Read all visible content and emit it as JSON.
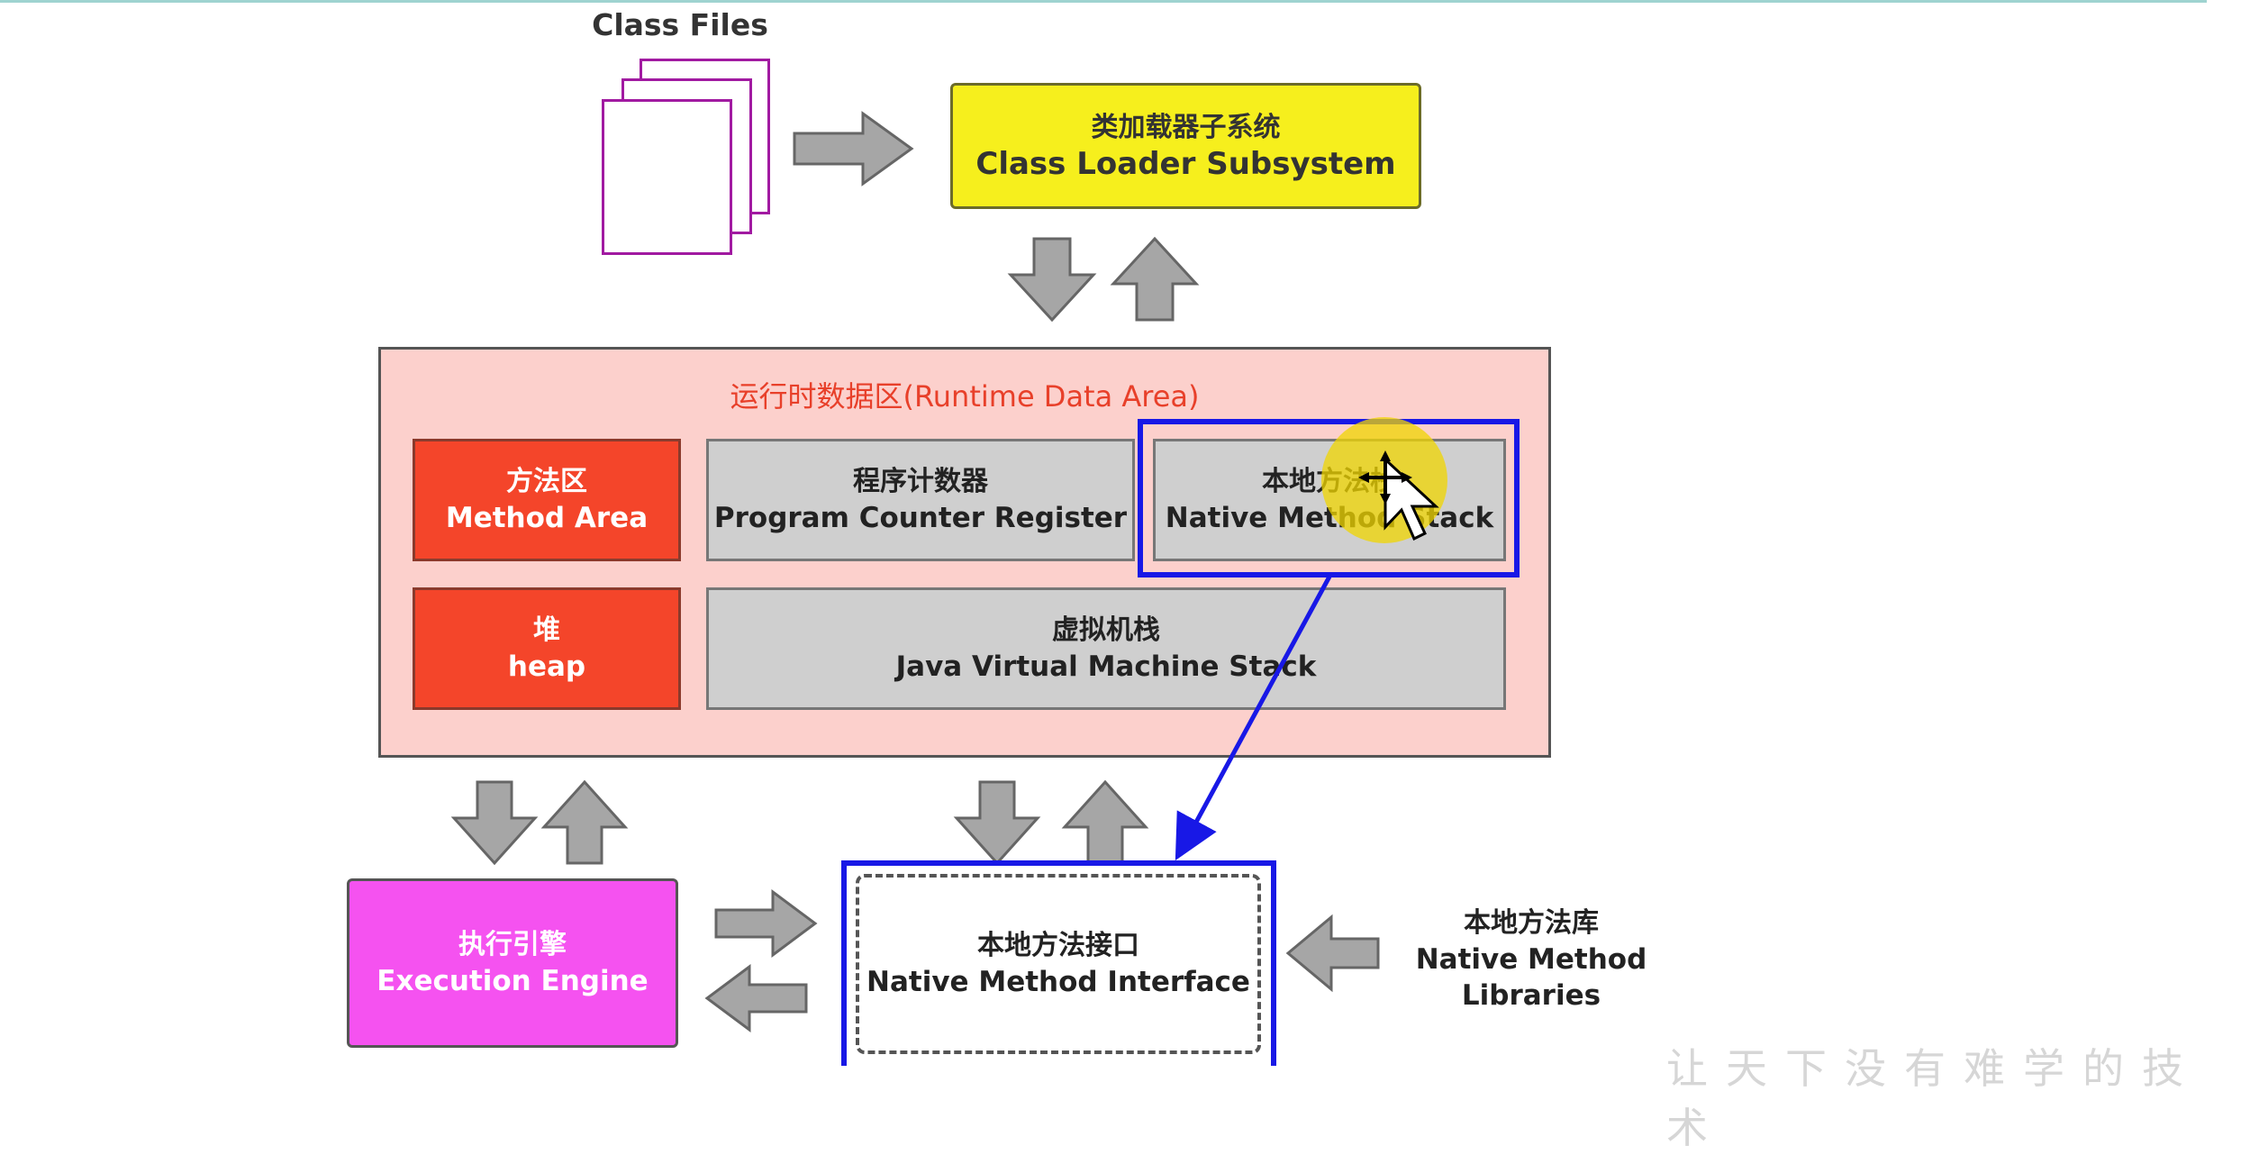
{
  "class_files": {
    "label": "Class Files"
  },
  "class_loader": {
    "title_zh": "类加载器子系统",
    "title_en": "Class Loader Subsystem"
  },
  "runtime_data_area": {
    "title": "运行时数据区(Runtime Data Area)",
    "method_area": {
      "zh": "方法区",
      "en": "Method Area"
    },
    "program_counter": {
      "zh": "程序计数器",
      "en": "Program Counter Register"
    },
    "native_method_stack": {
      "zh": "本地方法栈",
      "en": "Native Method Stack"
    },
    "heap": {
      "zh": "堆",
      "en": "heap"
    },
    "jvm_stack": {
      "zh": "虚拟机栈",
      "en": "Java Virtual Machine Stack"
    }
  },
  "execution_engine": {
    "zh": "执行引擎",
    "en": "Execution Engine"
  },
  "native_interface": {
    "zh": "本地方法接口",
    "en": "Native Method Interface"
  },
  "native_libraries": {
    "zh": "本地方法库",
    "en_line1": "Native Method",
    "en_line2": "Libraries"
  },
  "watermark": "让天下没有难学的技术",
  "colors": {
    "class_loader_fill": "#f6ef1d",
    "runtime_area_fill": "#fcd0cc",
    "runtime_title": "#e8402a",
    "red_box_fill": "#f4452a",
    "gray_box_fill": "#cfcfcf",
    "execution_engine_fill": "#f552f0",
    "highlight_blue": "#1818e6",
    "arrow_fill": "#a6a6a6",
    "cursor_highlight": "#f0d600"
  }
}
